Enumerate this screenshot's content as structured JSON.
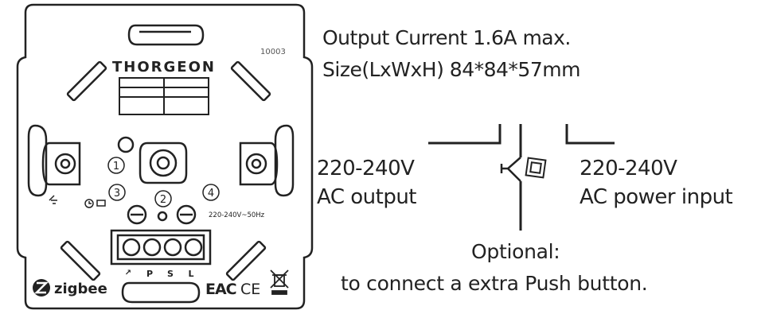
{
  "device": {
    "brand": "THORGEON",
    "model": "10003",
    "rating": "220-240V~50Hz",
    "terminal_numbers": [
      "1",
      "2",
      "3",
      "4"
    ],
    "terminal_labels": [
      "↗",
      "P",
      "S",
      "L"
    ],
    "protocol_logo": "zigbee",
    "certification_marks": [
      "EAC",
      "CE",
      "WEEE bin"
    ]
  },
  "specs": {
    "output_current": "Output Current 1.6A max.",
    "size": "Size(LxWxH) 84*84*57mm"
  },
  "wiring": {
    "left_label_line1": "220-240V",
    "left_label_line2": "AC output",
    "right_label_line1": "220-240V",
    "right_label_line2": "AC power input",
    "optional_title": "Optional:",
    "optional_text": "to connect a extra Push button."
  }
}
